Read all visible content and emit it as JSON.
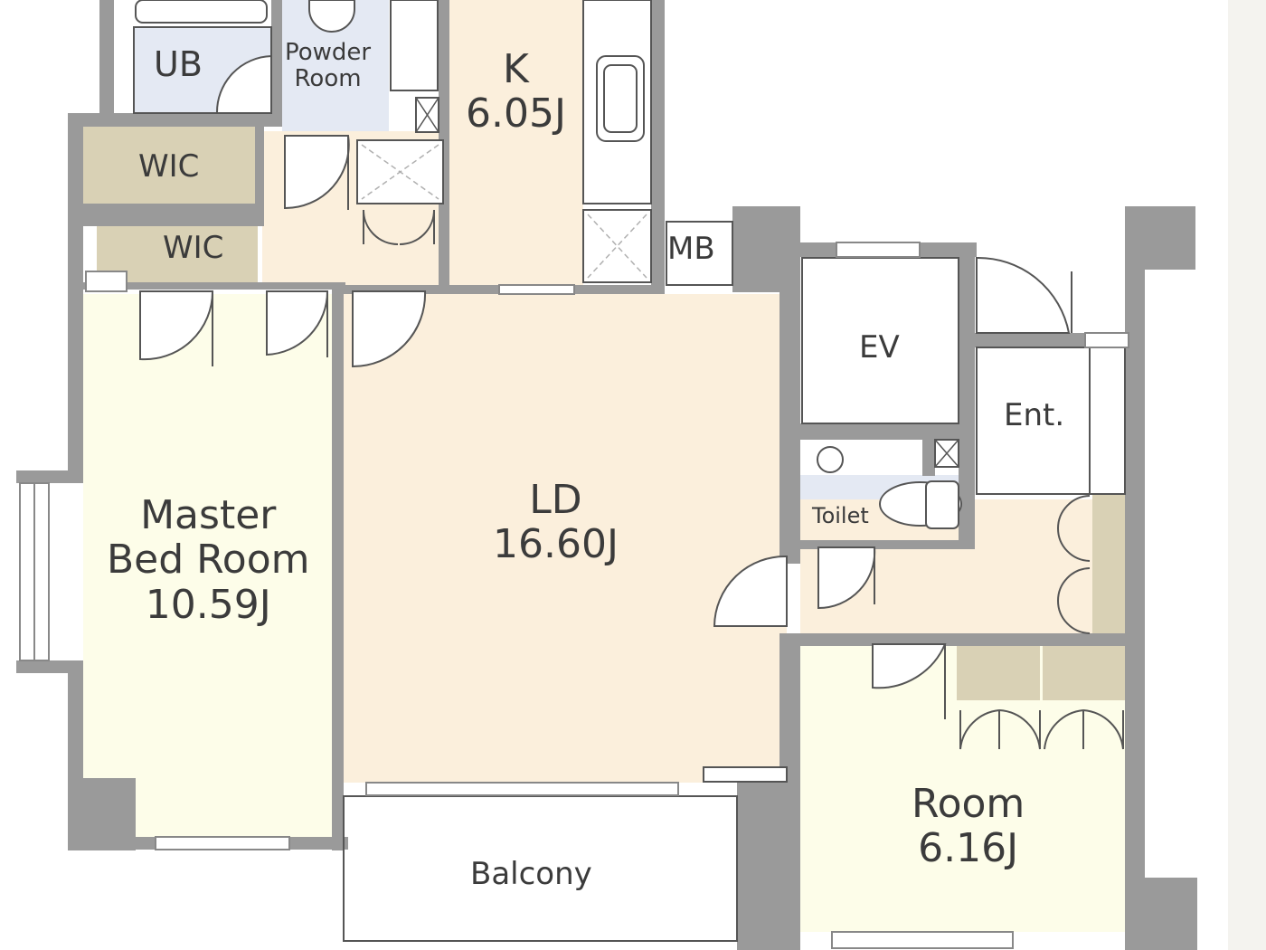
{
  "colors": {
    "wall": "#9a9a9a",
    "wall_thin": "#a6a6a6",
    "living_floor": "#fbefdc",
    "bedroom_floor": "#fdfde9",
    "wet_area": "#e4e9f3",
    "closet": "#d9d1b5",
    "white_area": "#ffffff",
    "line": "#555555"
  },
  "rooms": {
    "ub": {
      "name": "UB"
    },
    "powder": {
      "line1": "Powder",
      "line2": "Room"
    },
    "kitchen": {
      "name": "K",
      "size": "6.05J"
    },
    "wic1": {
      "name": "WIC"
    },
    "wic2": {
      "name": "WIC"
    },
    "mb": {
      "name": "MB"
    },
    "ev": {
      "name": "EV"
    },
    "ent": {
      "name": "Ent."
    },
    "toilet": {
      "name": "Toilet"
    },
    "ld": {
      "name": "LD",
      "size": "16.60J"
    },
    "master": {
      "line1": "Master",
      "line2": "Bed Room",
      "size": "10.59J"
    },
    "room": {
      "name": "Room",
      "size": "6.16J"
    },
    "balcony": {
      "name": "Balcony"
    }
  }
}
